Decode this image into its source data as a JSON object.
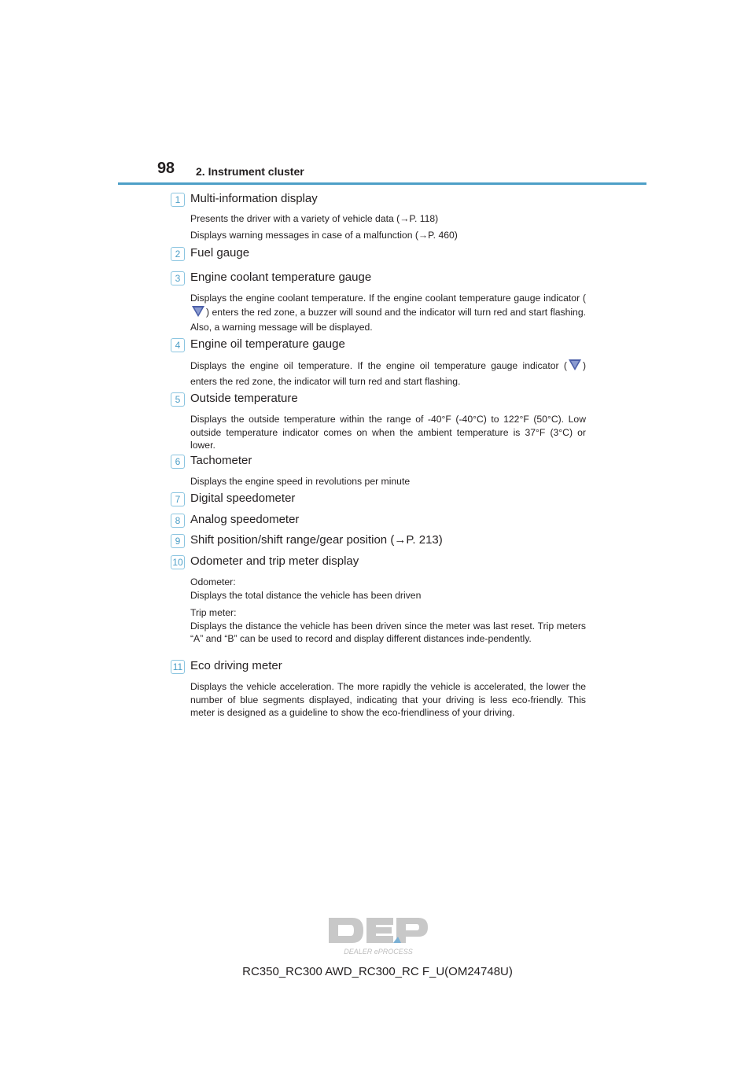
{
  "header": {
    "page_number": "98",
    "section": "2. Instrument cluster"
  },
  "items": [
    {
      "number": "1",
      "title": "Multi-information display",
      "lines": [
        "Presents the driver with a variety of vehicle data (→P. 118)",
        "Displays warning messages in case of a malfunction (→P. 460)"
      ]
    },
    {
      "number": "2",
      "title": "Fuel gauge"
    },
    {
      "number": "3",
      "title": "Engine coolant temperature gauge",
      "desc_before_icon": "Displays the engine coolant temperature. If the engine coolant temperature gauge indicator (",
      "desc_after_icon": ") enters the red zone, a buzzer will sound and the indicator will turn red and start flashing. Also, a warning message will be displayed."
    },
    {
      "number": "4",
      "title": "Engine oil temperature gauge",
      "desc_before_icon": "Displays the engine oil temperature. If the engine oil temperature gauge indicator (",
      "desc_after_icon": ") enters the red zone, the indicator will turn red and start flashing."
    },
    {
      "number": "5",
      "title": "Outside temperature",
      "desc": "Displays the outside temperature within the range of -40°F (-40°C) to 122°F (50°C). Low outside temperature indicator comes on when the ambient temperature is 37°F (3°C) or lower."
    },
    {
      "number": "6",
      "title": "Tachometer",
      "desc": "Displays the engine speed in revolutions per minute"
    },
    {
      "number": "7",
      "title": "Digital speedometer"
    },
    {
      "number": "8",
      "title": "Analog speedometer"
    },
    {
      "number": "9",
      "title": "Shift position/shift range/gear position (→P. 213)"
    },
    {
      "number": "10",
      "title": "Odometer and trip meter display",
      "odometer_label": "Odometer:",
      "odometer_desc": "Displays the total distance the vehicle has been driven",
      "trip_label": "Trip meter:",
      "trip_desc": "Displays the distance the vehicle has been driven since the meter was last reset. Trip meters “A” and “B” can be used to record and display different distances inde-pendently."
    },
    {
      "number": "11",
      "title": "Eco driving meter",
      "desc": "Displays the vehicle acceleration. The more rapidly the vehicle is accelerated, the lower the number of blue segments displayed, indicating that your driving is less eco-friendly. This meter is designed as a guideline to show the eco-friendliness of your driving."
    }
  ],
  "logo": {
    "text": "DEP",
    "subtext": "DEALER ePROCESS",
    "icon": "dep-logo"
  },
  "footer": {
    "model_code": "RC350_RC300 AWD_RC300_RC F_U(OM24748U)"
  },
  "colors": {
    "accent": "#4d9fc7",
    "badge_border": "#8bc5e0",
    "text": "#231f20",
    "logo_gray": "#c8c8c8"
  }
}
